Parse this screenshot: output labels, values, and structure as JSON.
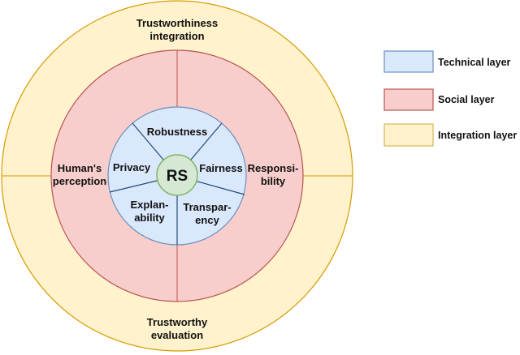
{
  "center": {
    "label": "RS"
  },
  "integration_layer": {
    "top": [
      "Trustworthiness",
      "integration"
    ],
    "bottom": [
      "Trustworthy",
      "evaluation"
    ]
  },
  "social_layer": {
    "left": [
      "Human's",
      "perception"
    ],
    "right": [
      "Responsi-",
      "bility"
    ]
  },
  "technical_layer": {
    "robustness": "Robustness",
    "privacy": "Privacy",
    "fairness": "Fairness",
    "explainability": [
      "Explan-",
      "ability"
    ],
    "transparency": [
      "Transpar-",
      "ency"
    ]
  },
  "legend": [
    {
      "label": "Technical layer",
      "color": "#dae8fc",
      "stroke": "#6c8ebf"
    },
    {
      "label": "Social layer",
      "color": "#f8cecc",
      "stroke": "#b85450"
    },
    {
      "label": "Integration layer",
      "color": "#fff2cc",
      "stroke": "#d6b656"
    }
  ],
  "colors": {
    "integration_fill": "#fff2cc",
    "integration_stroke": "#d79b00",
    "social_fill": "#f8cecc",
    "social_stroke": "#b85450",
    "technical_fill": "#dae8fc",
    "technical_stroke": "#6c8ebf",
    "center_fill": "#d5e8d4",
    "center_stroke": "#82b366"
  }
}
